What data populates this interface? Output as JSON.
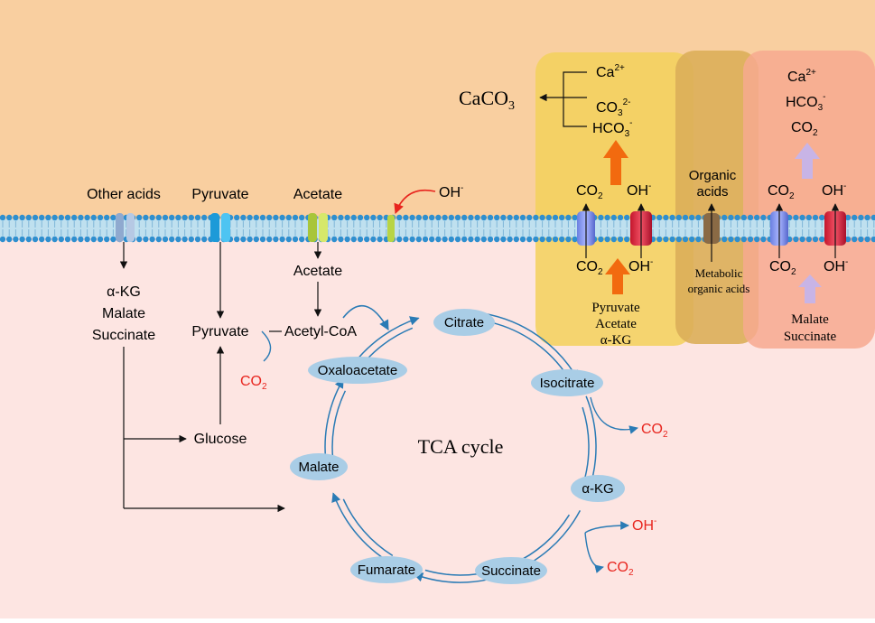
{
  "colors": {
    "outside": "#f9cfa0",
    "inside": "#fde5e2",
    "panel_yellow": "#f3d15a",
    "panel_tan": "#dcae59",
    "panel_salmon": "#f7a98f",
    "cycle_blue": "#2a7bb5",
    "node_fill": "#a9cde6",
    "co2_red": "#e8251e",
    "orange_arrow": "#f26a0f",
    "lilac_arrow": "#c8b4e6"
  },
  "icons": {
    "membrane": "phospholipid-bilayer-icon",
    "transporter": "transporter-channel-icon"
  },
  "membrane": {
    "transporter_labels": [
      "Other acids",
      "Pyruvate",
      "Acetate"
    ],
    "oh_label": "OH",
    "oh_sup": "-"
  },
  "cytoplasm": {
    "acids_list": [
      "α-KG",
      "Malate",
      "Succinate"
    ],
    "acetate_inside": "Acetate",
    "pyruvate_inside": "Pyruvate",
    "acetyl_coa": "Acetyl-CoA",
    "glucose": "Glucose",
    "co2": "CO",
    "co2_sub": "2"
  },
  "tca": {
    "title": "TCA cycle",
    "nodes": [
      "Citrate",
      "Isocitrate",
      "α-KG",
      "Succinate",
      "Fumarate",
      "Malate",
      "Oxaloacetate"
    ],
    "co2_out_1": "CO",
    "co2_out_1_sub": "2",
    "oh_out": "OH",
    "oh_out_sup": "-",
    "co2_out_2": "CO",
    "co2_out_2_sub": "2"
  },
  "panels": {
    "caco3": "CaCO",
    "caco3_sub": "3",
    "left_ions": {
      "ca": "Ca",
      "ca_sup": "2+",
      "co3": "CO",
      "co3_sub": "3",
      "co3_sup": "2-",
      "hco3": "HCO",
      "hco3_sub": "3",
      "hco3_sup": "-"
    },
    "co2_top": "CO",
    "co2_top_sub": "2",
    "oh_top": "OH",
    "oh_top_sup": "-",
    "co2_bottom": "CO",
    "co2_bottom_sub": "2",
    "oh_bottom": "OH",
    "oh_bottom_sup": "-",
    "left_sources": [
      "Pyruvate",
      "Acetate",
      "α-KG"
    ],
    "organic_acids": [
      "Organic",
      "acids"
    ],
    "metabolic": [
      "Metabolic",
      "organic acids"
    ],
    "right_ions": {
      "ca": "Ca",
      "ca_sup": "2+",
      "hco3": "HCO",
      "hco3_sub": "3",
      "hco3_sup": "-",
      "co2": "CO",
      "co2_sub": "2"
    },
    "right_co2_top": "CO",
    "right_co2_top_sub": "2",
    "right_oh_top": "OH",
    "right_oh_top_sup": "-",
    "right_co2_bottom": "CO",
    "right_co2_bottom_sub": "2",
    "right_oh_bottom": "OH",
    "right_oh_bottom_sup": "-",
    "right_sources": [
      "Malate",
      "Succinate"
    ]
  }
}
